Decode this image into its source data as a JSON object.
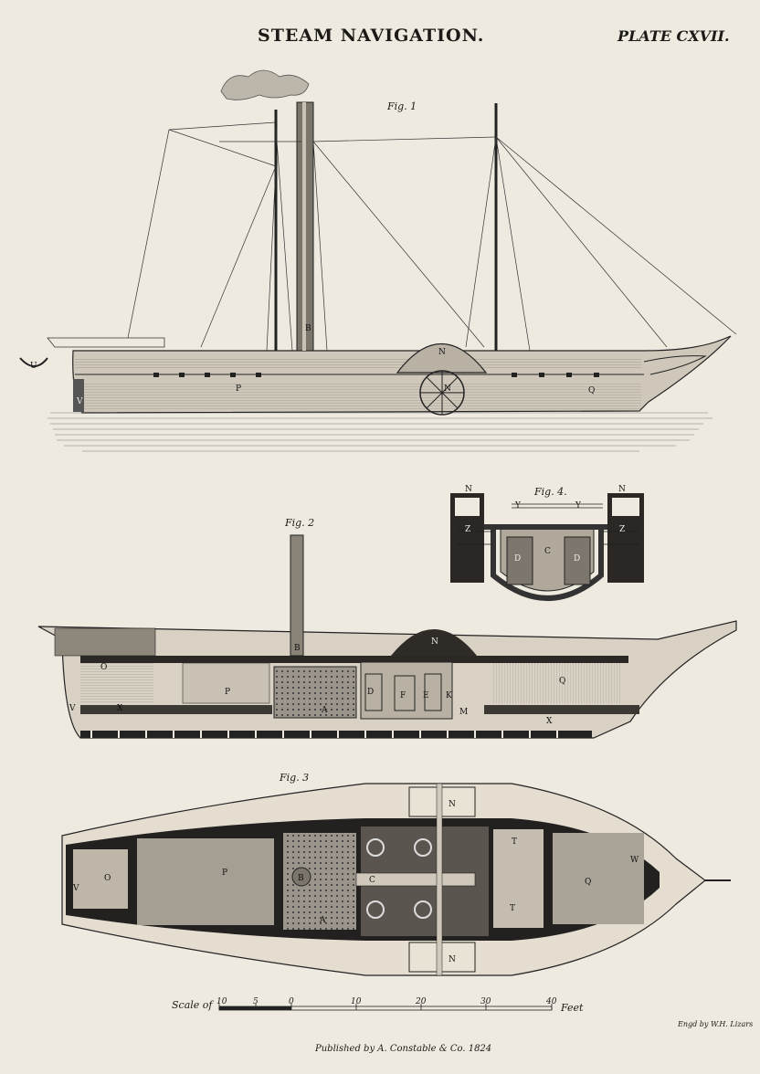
{
  "header": {
    "title": "STEAM NAVIGATION.",
    "plate": "PLATE CXVII."
  },
  "figures": {
    "fig1": "Fig. 1",
    "fig2": "Fig. 2",
    "fig3": "Fig. 3",
    "fig4": "Fig. 4."
  },
  "scale": {
    "label": "Scale of",
    "ticks": [
      "10",
      "5",
      "0",
      "10",
      "20",
      "30",
      "40"
    ],
    "unit": "Feet"
  },
  "footer": {
    "engraver": "Engd by W.H. Lizars",
    "publisher": "Published by A. Constable & Co. 1824"
  },
  "letters": {
    "fig1": [
      "B",
      "N",
      "N",
      "P",
      "Q",
      "U",
      "V"
    ],
    "fig2": [
      "B",
      "N",
      "O",
      "P",
      "Q",
      "V",
      "X",
      "A",
      "D",
      "F",
      "E",
      "K",
      "M",
      "X"
    ],
    "fig3": [
      "N",
      "V",
      "O",
      "P",
      "B",
      "C",
      "A",
      "T",
      "T",
      "Q",
      "W",
      "N"
    ],
    "fig4": [
      "N",
      "N",
      "Y",
      "Y",
      "Z",
      "Z",
      "C",
      "D",
      "D"
    ]
  }
}
